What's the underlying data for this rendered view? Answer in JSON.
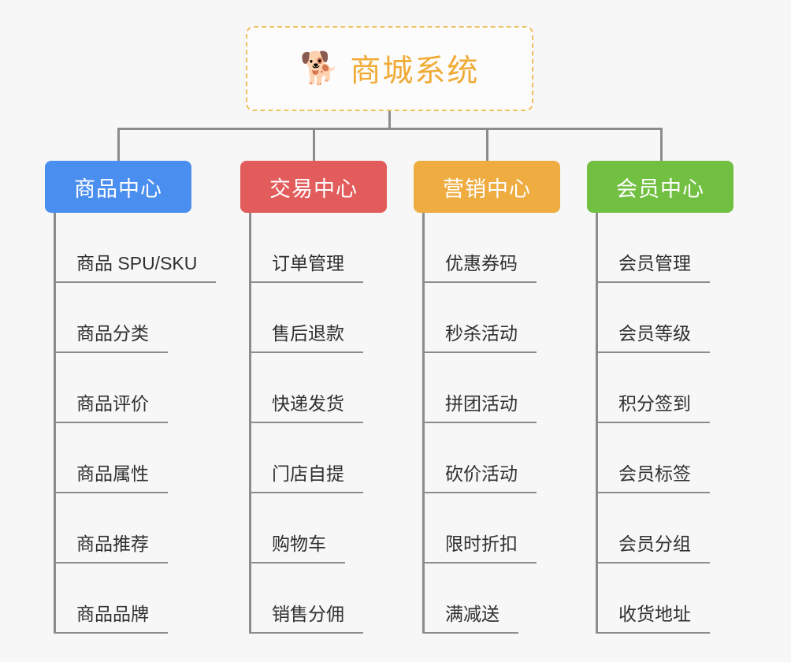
{
  "root": {
    "icon": "shiba-dog-face-emoji",
    "emoji": "🐕",
    "title": "商城系统",
    "border_color": "#f0c060",
    "text_color": "#f0ab36"
  },
  "canvas": {
    "background": "#f7f7f7",
    "connector_color": "#8c8c8c"
  },
  "branches": [
    {
      "id": "product-center",
      "label": "商品中心",
      "color": "#4a8ef0",
      "items": [
        "商品 SPU/SKU",
        "商品分类",
        "商品评价",
        "商品属性",
        "商品推荐",
        "商品品牌"
      ]
    },
    {
      "id": "trade-center",
      "label": "交易中心",
      "color": "#e25c5c",
      "items": [
        "订单管理",
        "售后退款",
        "快递发货",
        "门店自提",
        "购物车",
        "销售分佣"
      ]
    },
    {
      "id": "marketing-center",
      "label": "营销中心",
      "color": "#eeac41",
      "items": [
        "优惠券码",
        "秒杀活动",
        "拼团活动",
        "砍价活动",
        "限时折扣",
        "满减送"
      ]
    },
    {
      "id": "member-center",
      "label": "会员中心",
      "color": "#72c042",
      "items": [
        "会员管理",
        "会员等级",
        "积分签到",
        "会员标签",
        "会员分组",
        "收货地址"
      ]
    }
  ]
}
